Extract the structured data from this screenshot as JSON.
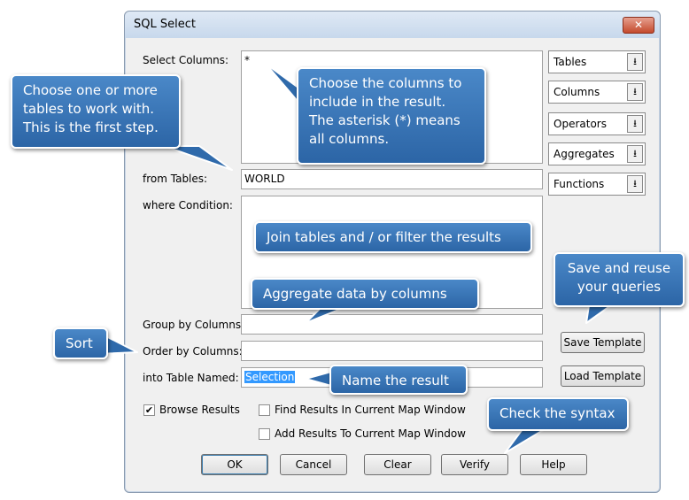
{
  "dialog": {
    "title": "SQL Select",
    "close_glyph": "✕",
    "select_columns": {
      "label": "Select Columns:",
      "value": "*"
    },
    "from_tables": {
      "label": "from Tables:",
      "value": "WORLD"
    },
    "where_condition": {
      "label": "where Condition:",
      "value": ""
    },
    "group_by": {
      "label": "Group by Columns:",
      "value": ""
    },
    "order_by": {
      "label": "Order by Columns:",
      "value": ""
    },
    "into_table": {
      "label": "into Table Named:",
      "value": "Selection"
    },
    "dropdowns": [
      "Tables",
      "Columns",
      "Operators",
      "Aggregates",
      "Functions"
    ],
    "dropdown_icon": "chevron-down-icon",
    "save_template": "Save Template",
    "load_template": "Load Template",
    "browse_results": {
      "label": "Browse Results",
      "checked": true
    },
    "find_results": {
      "label": "Find Results In Current Map Window",
      "checked": false
    },
    "add_results": {
      "label": "Add Results To Current Map Window",
      "checked": false
    },
    "buttons": {
      "ok": "OK",
      "cancel": "Cancel",
      "clear": "Clear",
      "verify": "Verify",
      "help": "Help"
    }
  },
  "callouts": {
    "choose_tables": "Choose one or more tables to work with. This is the first step.",
    "choose_columns": "Choose the columns to include in the result.  The asterisk (*) means all columns.",
    "join_filter": "Join tables and / or filter the results",
    "save_reuse": "Save and reuse your queries",
    "aggregate": "Aggregate data by columns",
    "sort": "Sort",
    "name_result": "Name the result",
    "check_syntax": "Check the syntax"
  },
  "colors": {
    "callout": "#2f6aab",
    "selection": "#3399ff"
  }
}
